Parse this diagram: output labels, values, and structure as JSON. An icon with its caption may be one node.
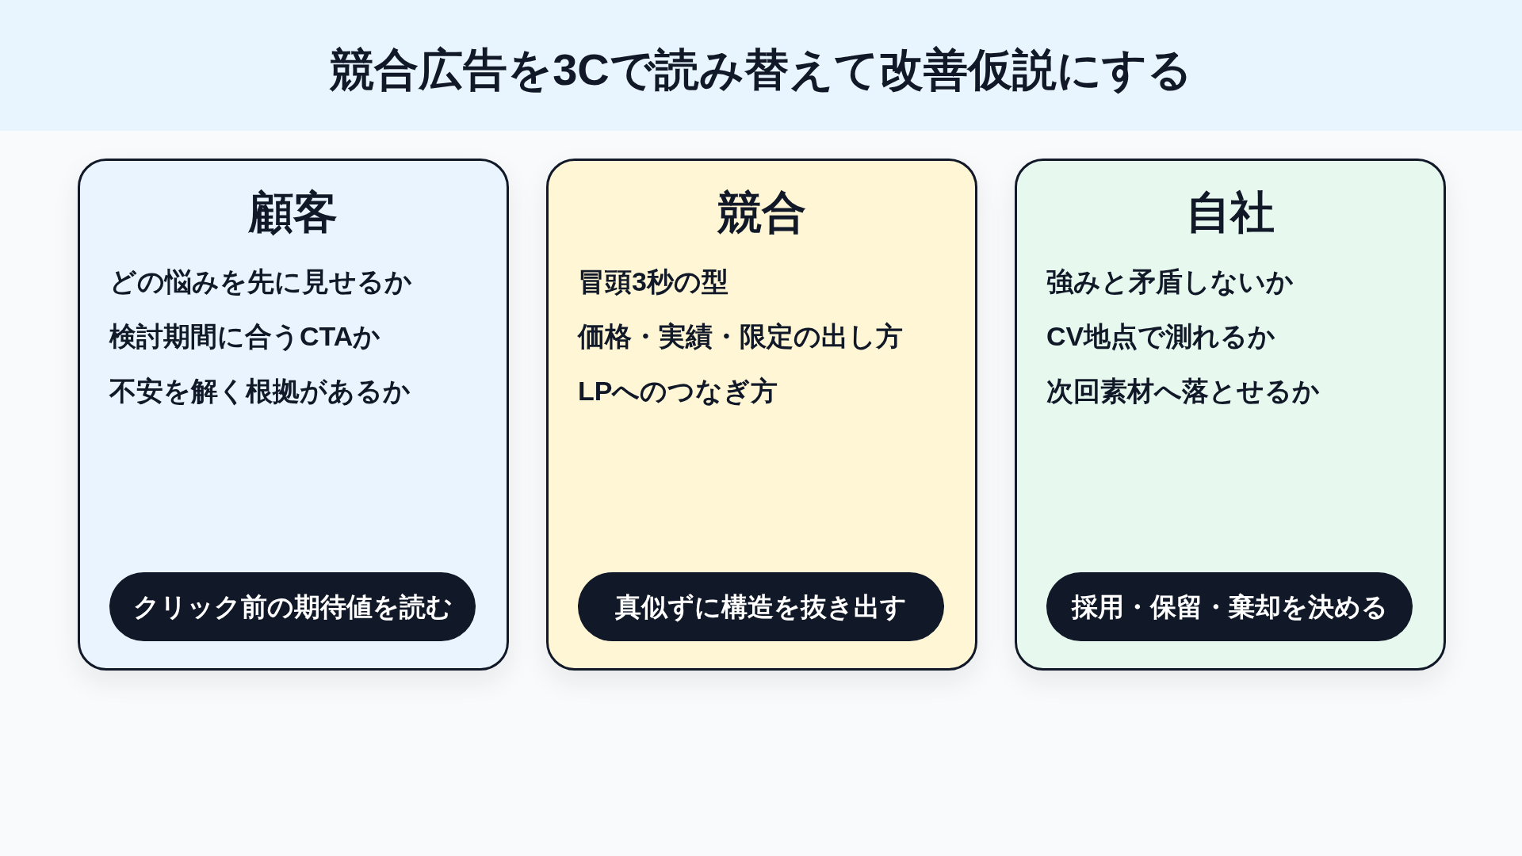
{
  "diagram": {
    "title": "競合広告を3Cで読み替えて改善仮説にする",
    "nodes": [
      {
        "text": [
          "顧客",
          "どの悩みを先に見せるか",
          "検討期間に合うCTAか",
          "不安を解く根拠があるか"
        ]
      },
      {
        "text": [
          "クリック前の期待値を読む"
        ],
        "in": 0
      },
      {
        "text": [
          "競合",
          "冒頭3秒の型",
          "価格・実績・限定の出し方",
          "LPへのつなぎ方"
        ]
      },
      {
        "text": [
          "真似ずに構造を抜き出す"
        ],
        "in": 2
      },
      {
        "text": [
          "自社",
          "強みと矛盾しないか",
          "CV地点で測れるか",
          "次回素材へ落とせるか"
        ]
      },
      {
        "text": [
          "採用・保留・棄却を決める"
        ],
        "in": 4
      }
    ]
  }
}
